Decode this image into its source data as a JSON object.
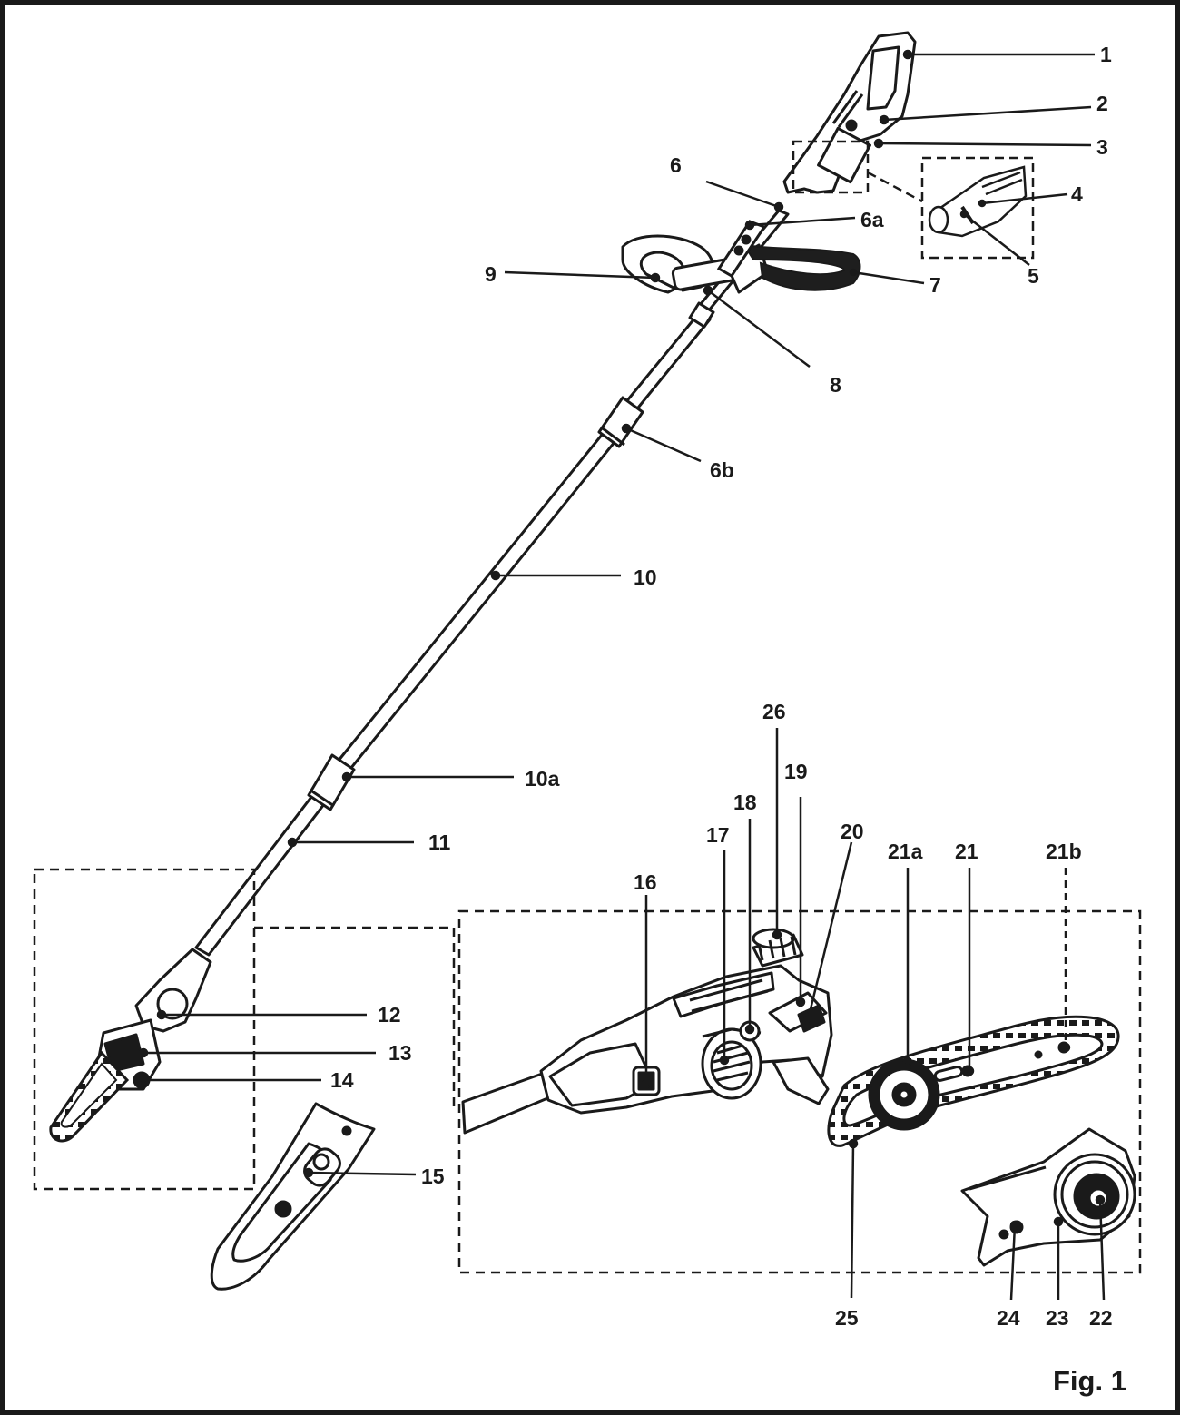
{
  "figure": {
    "caption": "Fig. 1",
    "colors": {
      "ink": "#1a1a1a",
      "strap": "#1e1e1e",
      "paper": "#ffffff",
      "grey": "#9a9a9a"
    }
  },
  "callouts": {
    "c1": "1",
    "c2": "2",
    "c3": "3",
    "c4": "4",
    "c5": "5",
    "c6": "6",
    "c6a": "6a",
    "c6b": "6b",
    "c7": "7",
    "c8": "8",
    "c9": "9",
    "c10": "10",
    "c10a": "10a",
    "c11": "11",
    "c12": "12",
    "c13": "13",
    "c14": "14",
    "c15": "15",
    "c16": "16",
    "c17": "17",
    "c18": "18",
    "c19": "19",
    "c20": "20",
    "c21": "21",
    "c21a": "21a",
    "c21b": "21b",
    "c22": "22",
    "c23": "23",
    "c24": "24",
    "c25": "25",
    "c26": "26"
  }
}
